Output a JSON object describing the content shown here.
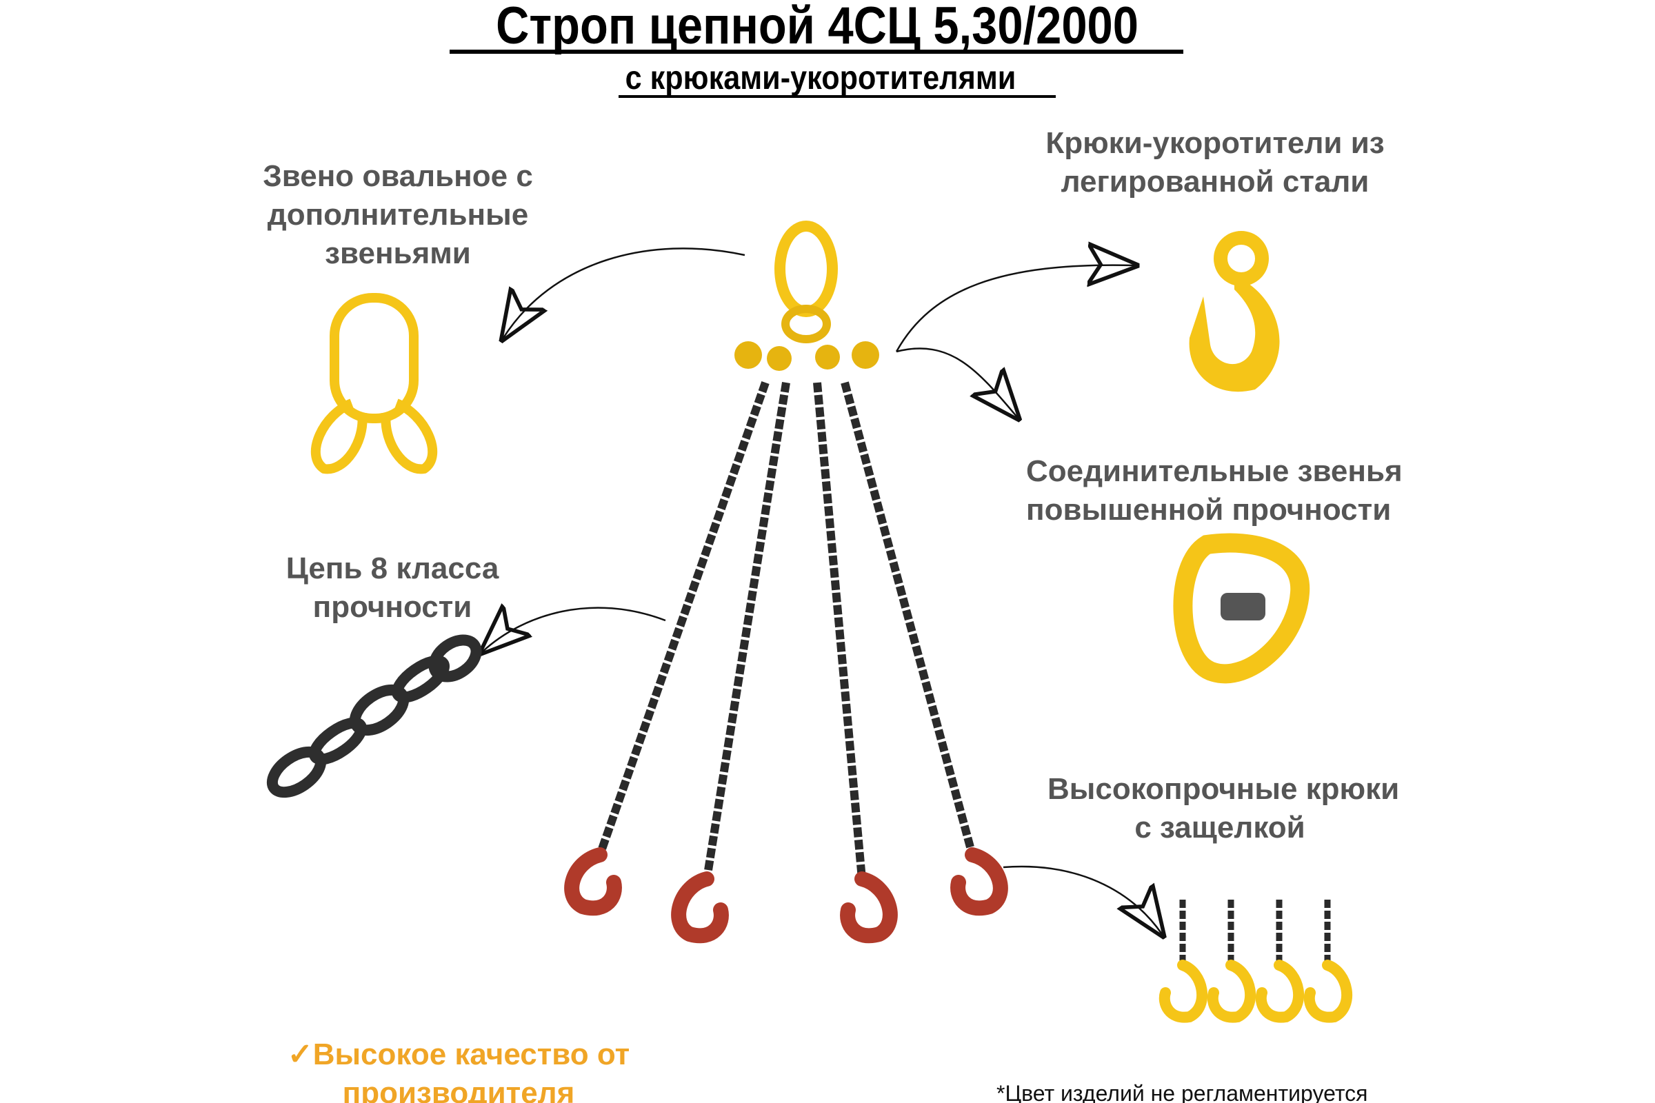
{
  "header": {
    "title": "Строп цепной 4СЦ 5,30/2000",
    "subtitle": "с крюками-укоротителями"
  },
  "labels": {
    "oval_link": [
      "Звено овальное с",
      "дополнительные",
      "звеньями"
    ],
    "shortening_hooks": [
      "Крюки-укоротители из",
      "легированной стали"
    ],
    "connecting_links": [
      "Соединительные звенья",
      "повышенной прочности"
    ],
    "chain": [
      "Цепь 8 класса",
      "прочности"
    ],
    "latch_hooks": [
      "Высокопрочные крюки",
      "с защелкой"
    ]
  },
  "footer": {
    "quality": [
      "✓Высокое качество от",
      "производителя"
    ],
    "note": "*Цвет изделий не регламентируется"
  },
  "colors": {
    "yellow": "#f5c518",
    "chain": "#2a2a2a",
    "hook_red": "#b03a2a",
    "label_gray": "#555555",
    "accent_orange": "#f0a526"
  }
}
